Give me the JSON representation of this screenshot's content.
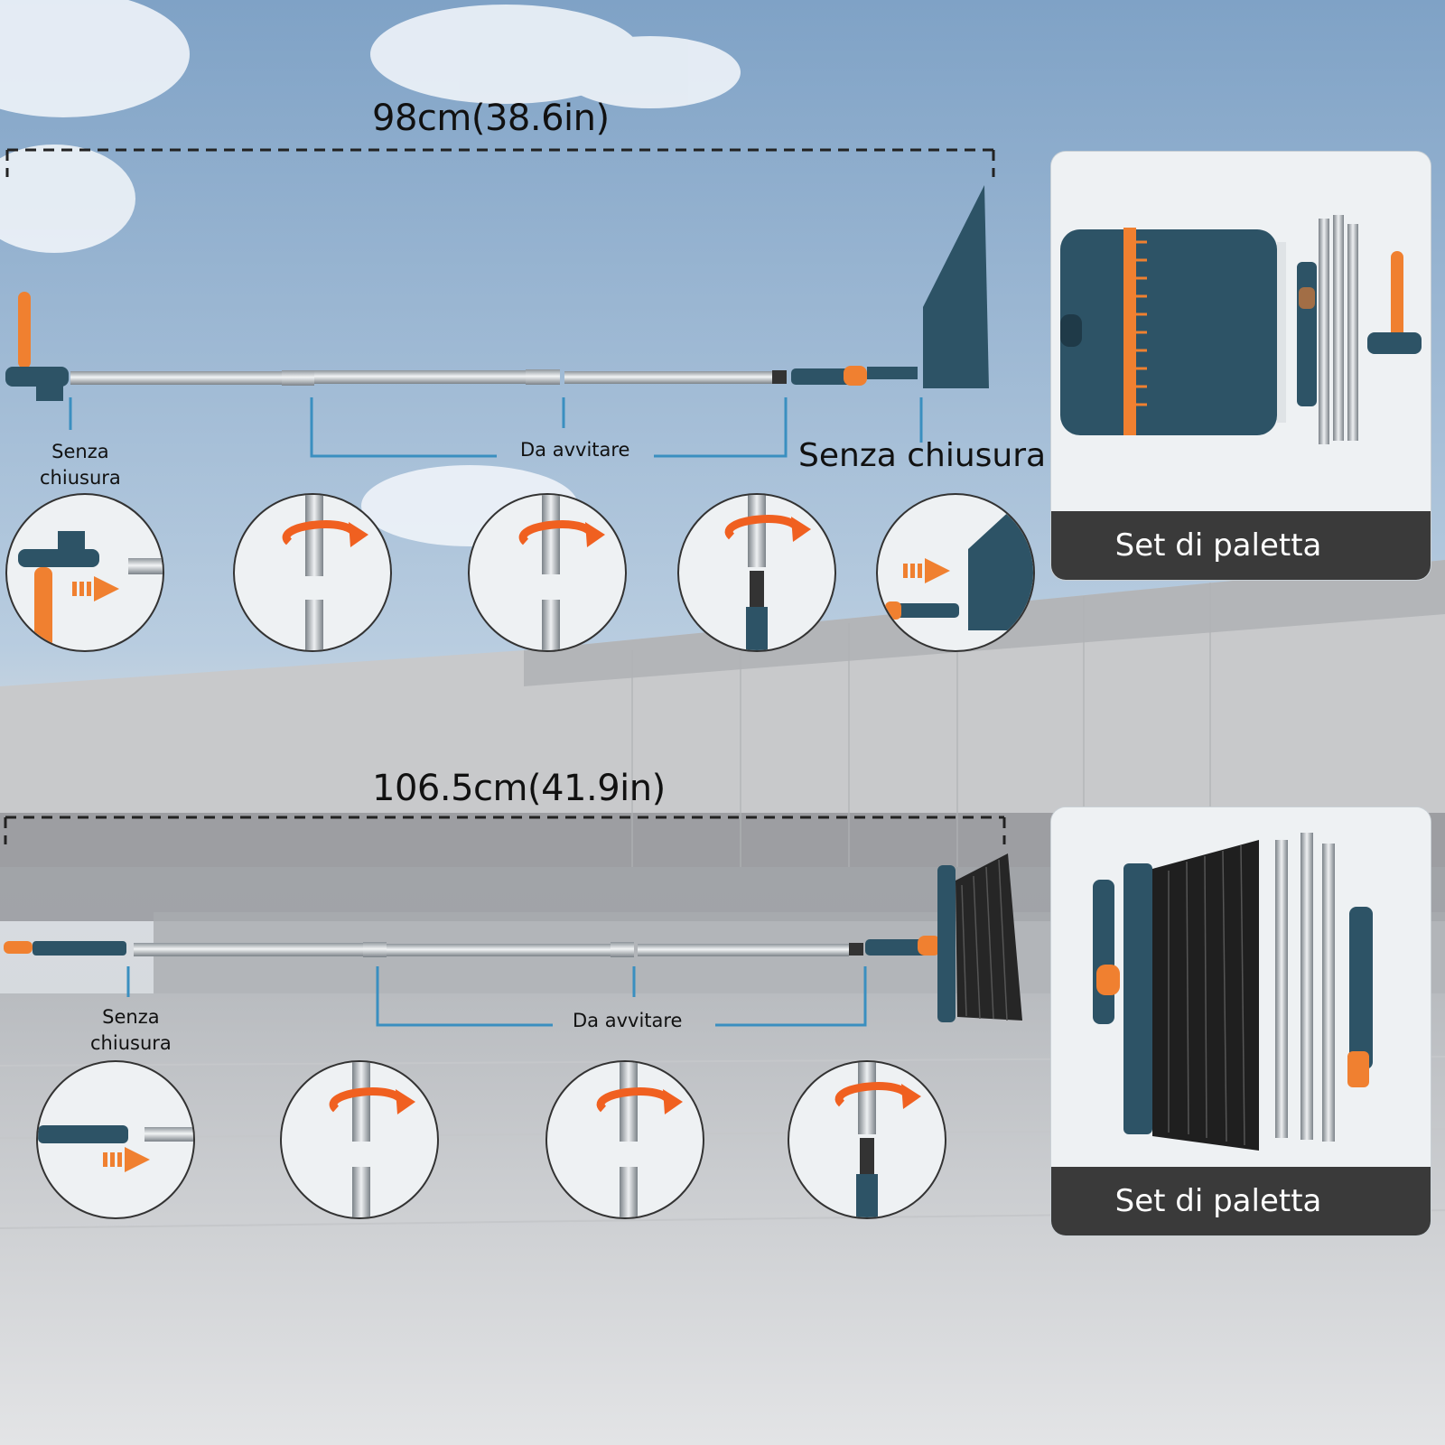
{
  "top": {
    "dimension": "98cm(38.6in)",
    "label_left": "Senza\nchiusura",
    "label_middle": "Da avvitare",
    "label_right": "Senza chiusura",
    "panel_caption": "Set di paletta"
  },
  "bottom": {
    "dimension": "106.5cm(41.9in)",
    "label_left": "Senza\nchiusura",
    "label_middle": "Da avvitare",
    "panel_caption": "Set di paletta"
  },
  "colors": {
    "teal": "#2d5366",
    "orange": "#f08030",
    "steel": "#c7ccd0",
    "line_blue": "#3a8fc0"
  },
  "icons": [
    "rotate-arrow-icon",
    "push-arrow-icon"
  ]
}
